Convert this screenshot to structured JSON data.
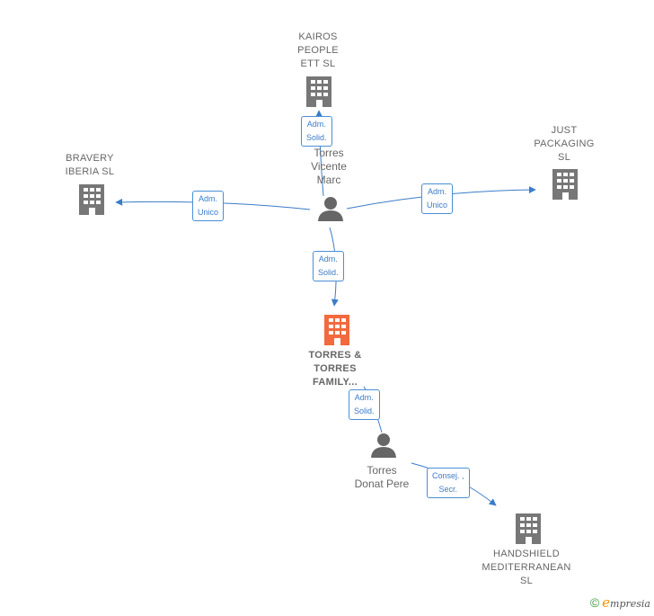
{
  "colors": {
    "edge": "#3a7cc9",
    "building": "#777777",
    "main_building": "#f26a3d",
    "person": "#666666"
  },
  "nodes": {
    "kairos": {
      "lines": [
        "KAIROS",
        "PEOPLE",
        "ETT  SL"
      ],
      "icon": "building-icon"
    },
    "just": {
      "lines": [
        "JUST",
        "PACKAGING",
        "SL"
      ],
      "icon": "building-icon"
    },
    "bravery": {
      "lines": [
        "BRAVERY",
        "IBERIA  SL"
      ],
      "icon": "building-icon"
    },
    "torres_family": {
      "lines": [
        "TORRES &",
        "TORRES",
        "FAMILY..."
      ],
      "icon": "building-icon"
    },
    "handshield": {
      "lines": [
        "HANDSHIELD",
        "MEDITERRANEAN",
        "SL"
      ],
      "icon": "building-icon"
    },
    "marc": {
      "lines": [
        "Torres",
        "Vicente",
        "Marc"
      ],
      "icon": "person-icon"
    },
    "pere": {
      "lines": [
        "Torres",
        "Donat Pere"
      ],
      "icon": "person-icon"
    }
  },
  "edges": {
    "kairos": [
      "Adm.",
      "Solid."
    ],
    "bravery": [
      "Adm.",
      "Unico"
    ],
    "just": [
      "Adm.",
      "Unico"
    ],
    "family": [
      "Adm.",
      "Solid."
    ],
    "pere_family": [
      "Adm.",
      "Solid."
    ],
    "handshield": [
      "Consej. ,",
      "Secr."
    ]
  },
  "footer": {
    "copyright": "©",
    "brand_initial": "e",
    "brand_rest": "mpresia"
  }
}
